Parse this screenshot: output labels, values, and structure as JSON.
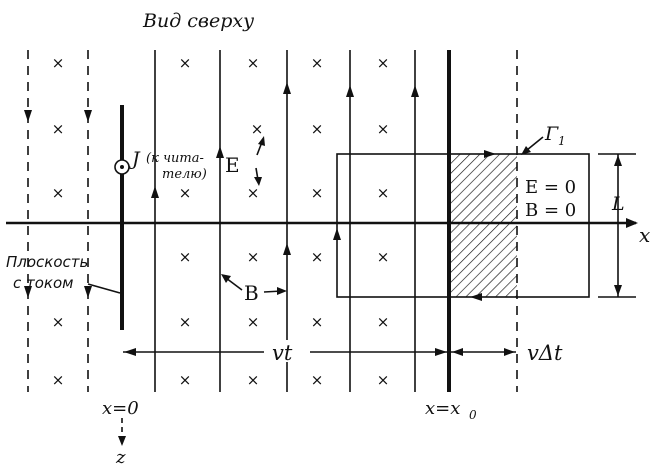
{
  "title": "Вид сверху",
  "labels": {
    "current_j": "J",
    "current_j_note_1": "(к чита-",
    "current_j_note_2": "телю)",
    "e_field": "E",
    "b_field": "B",
    "gamma": "Γ",
    "gamma_sub": "1",
    "e_zero": "E = 0",
    "b_zero": "B = 0",
    "length_l": "L",
    "axis_x": "x",
    "axis_z": "z",
    "plane_1": "Плоскость",
    "plane_2": "с током",
    "vt": "vt",
    "v_delta_t": "vΔt",
    "x_zero": "x=0",
    "x_x0": "x=x",
    "x_x0_sub": "0"
  },
  "symbols": {
    "cross": "×",
    "into_page": "cross-mark-icon",
    "out_of_page": "dot-circle-icon"
  }
}
